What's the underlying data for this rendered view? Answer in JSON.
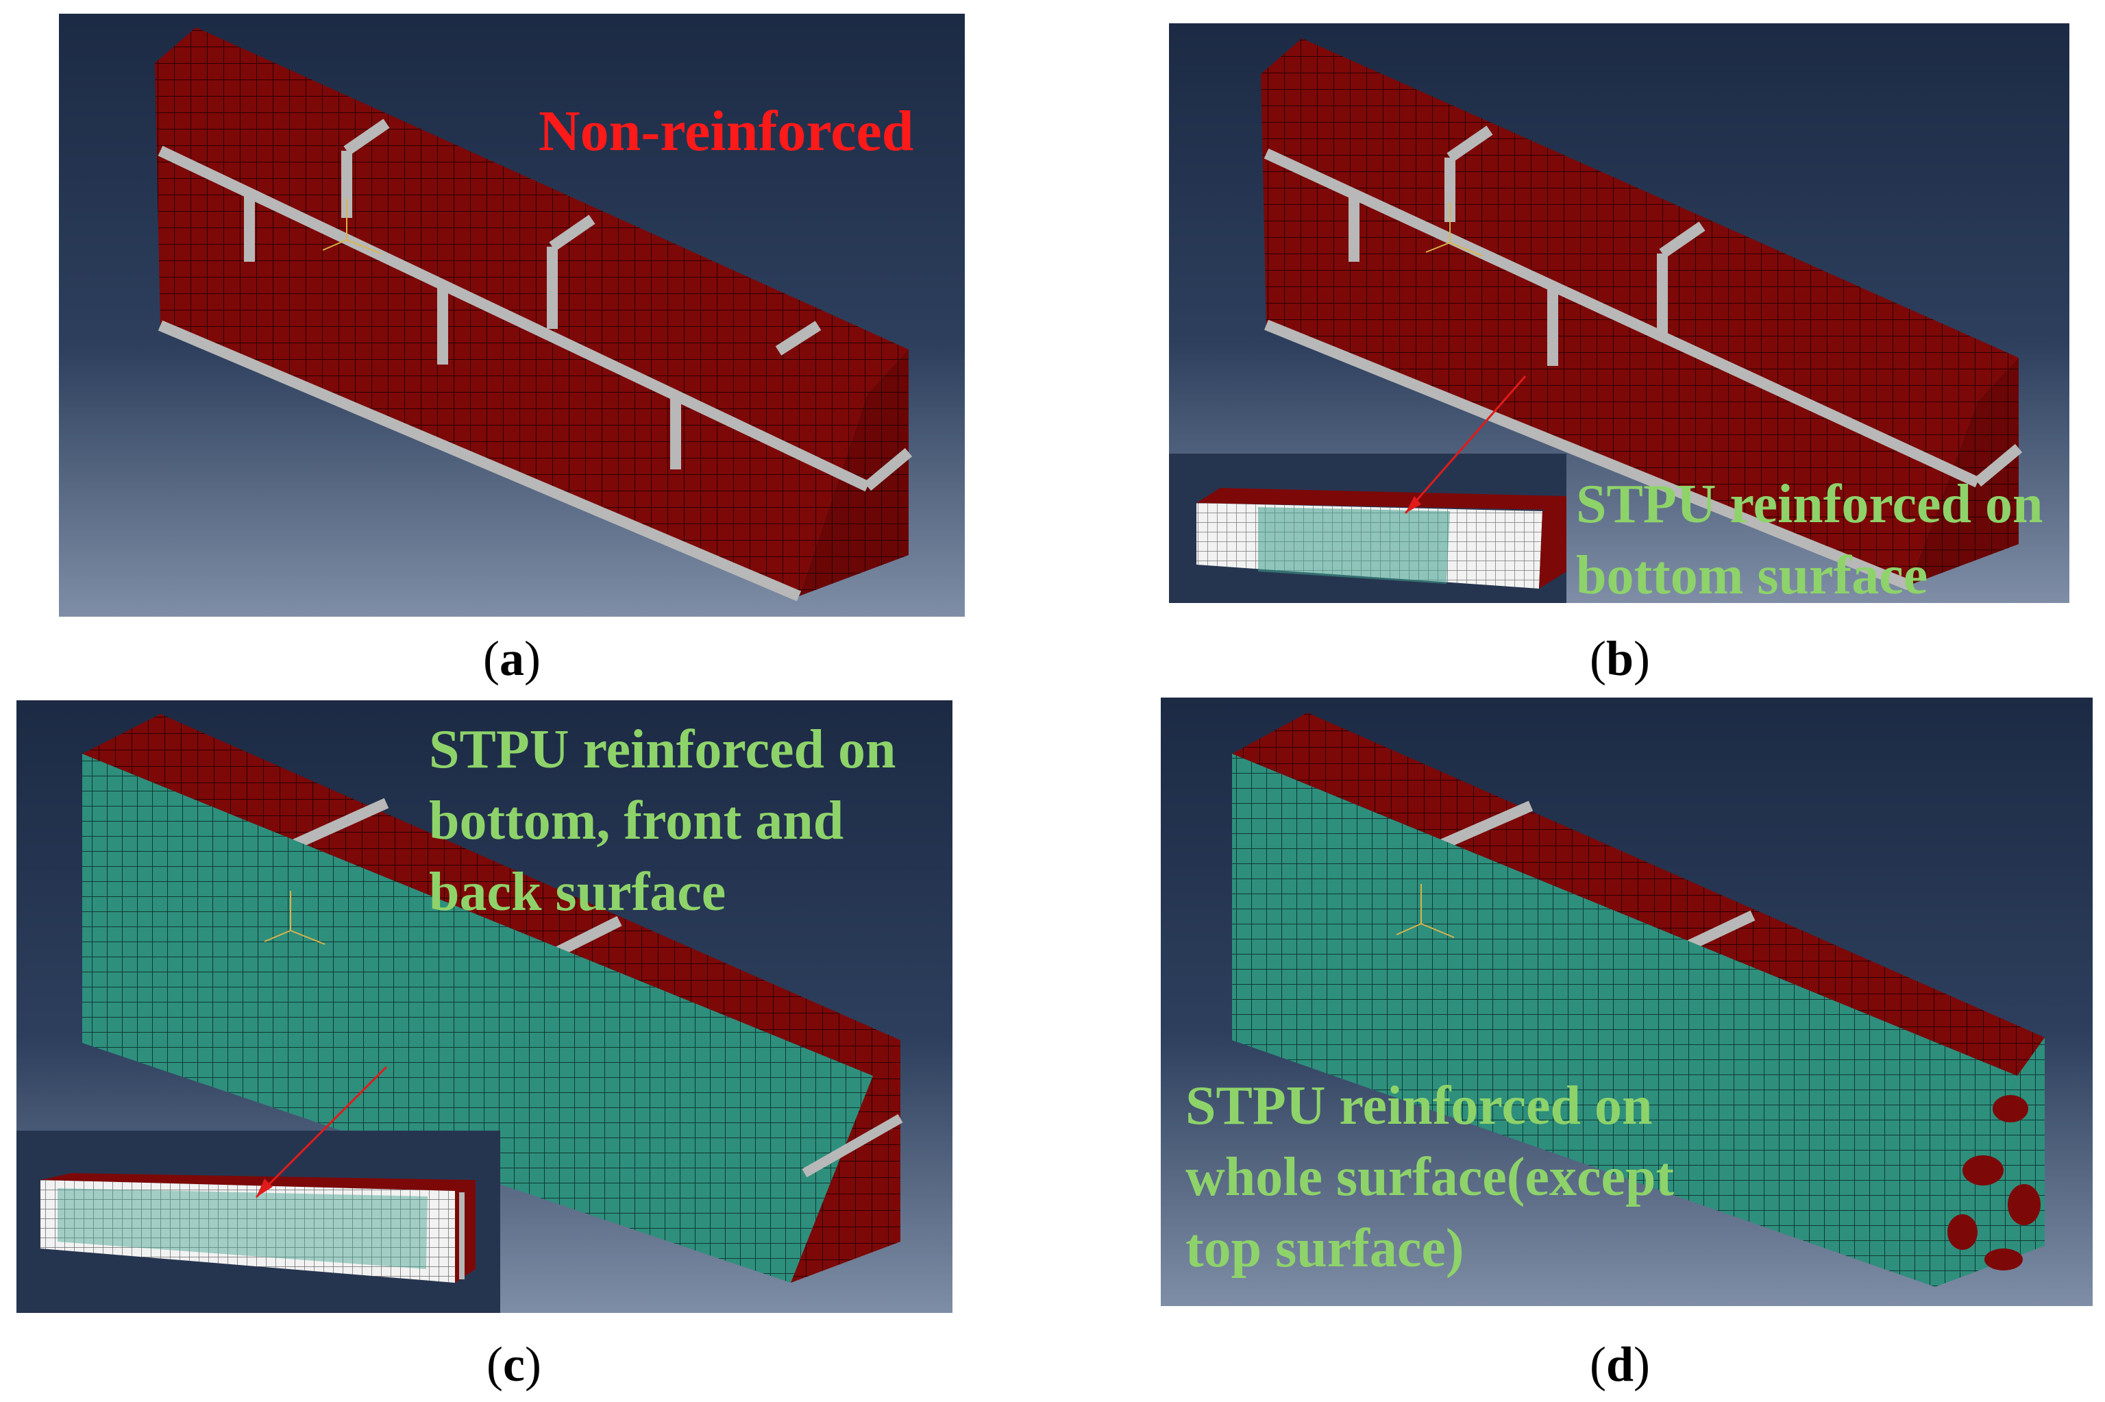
{
  "colors": {
    "brick": "#7d0808",
    "mortar": "#b8b8b8",
    "stpu": "#2e8f7d",
    "label_red": "#ff1a1a",
    "label_green": "#8ed36a",
    "bg_top": "#1c2a44",
    "bg_bottom": "#7f8ea6"
  },
  "panels": [
    {
      "id": "a",
      "caption": "a",
      "label_lines": [
        "Non-reinforced"
      ]
    },
    {
      "id": "b",
      "caption": "b",
      "label_lines": [
        "STPU reinforced on",
        "bottom surface"
      ]
    },
    {
      "id": "c",
      "caption": "c",
      "label_lines": [
        "STPU reinforced on",
        "bottom, front and",
        "back surface"
      ]
    },
    {
      "id": "d",
      "caption": "d",
      "label_lines": [
        "STPU reinforced on",
        "whole surface(except",
        "top surface)"
      ]
    }
  ]
}
